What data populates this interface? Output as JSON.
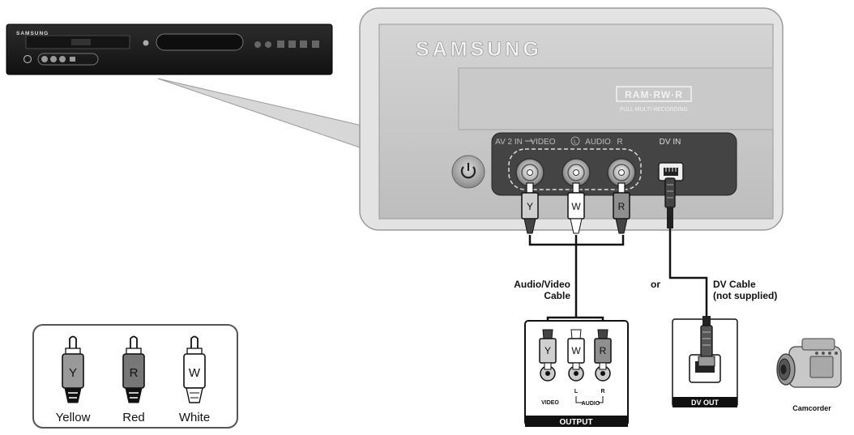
{
  "recorder": {
    "brand": "SAMSUNG",
    "logo": "RAM·RW·R",
    "logo_sub": "FULL MULTI RECORDING",
    "panel_label_av": "AV 2 IN",
    "panel_label_video": "VIDEO",
    "panel_label_audio_l": "L",
    "panel_label_audio": "AUDIO",
    "panel_label_audio_r": "R",
    "panel_label_dv": "DV IN"
  },
  "mini_player": {
    "brand": "SAMSUNG"
  },
  "cables": {
    "av_label_line1": "Audio/Video",
    "av_label_line2": "Cable",
    "or_label": "or",
    "dv_label_line1": "DV Cable",
    "dv_label_line2": "(not supplied)"
  },
  "plugs": {
    "yellow": "Y",
    "white": "W",
    "red": "R"
  },
  "output_panel": {
    "video_label": "VIDEO",
    "l_label": "L",
    "r_label": "R",
    "audio_label": "AUDIO",
    "footer": "OUTPUT"
  },
  "dv_panel": {
    "footer": "DV OUT"
  },
  "camcorder": {
    "label": "Camcorder"
  },
  "legend": {
    "items": [
      {
        "letter": "Y",
        "name": "Yellow"
      },
      {
        "letter": "R",
        "name": "Red"
      },
      {
        "letter": "W",
        "name": "White"
      }
    ]
  }
}
